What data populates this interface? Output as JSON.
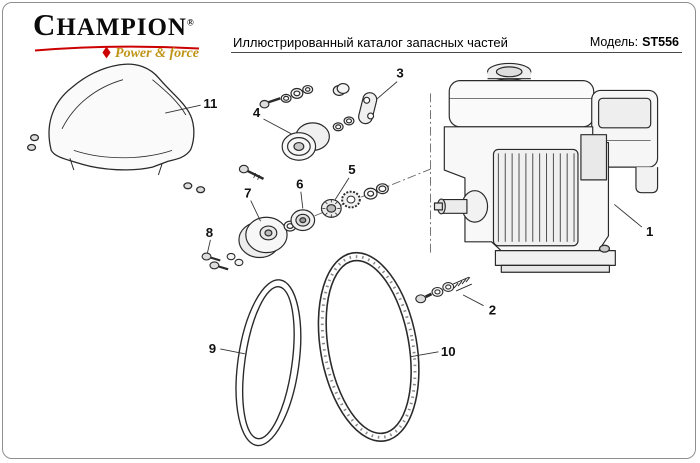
{
  "header": {
    "brand": "CHAMPION",
    "brand_registered": "®",
    "tagline": "Power & force",
    "title": "Иллюстрированный каталог запасных частей",
    "model_label": "Модель:",
    "model_value": "ST556"
  },
  "colors": {
    "logo_red": "#cc0000",
    "logo_gold": "#bf9416",
    "line_art": "#2a2a2a",
    "page_border": "#8f8f8f"
  },
  "diagram": {
    "callouts": [
      {
        "label": "1"
      },
      {
        "label": "2"
      },
      {
        "label": "3"
      },
      {
        "label": "4"
      },
      {
        "label": "5"
      },
      {
        "label": "6"
      },
      {
        "label": "7"
      },
      {
        "label": "8"
      },
      {
        "label": "9"
      },
      {
        "label": "10"
      },
      {
        "label": "11"
      }
    ]
  }
}
